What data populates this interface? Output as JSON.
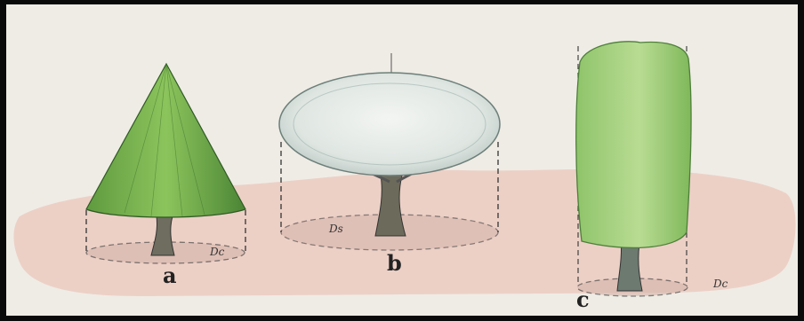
{
  "figure": {
    "trees": [
      {
        "id": "a",
        "label": "a",
        "shape": "cone",
        "dim_label": "Dc"
      },
      {
        "id": "b",
        "label": "b",
        "shape": "spreading-disc",
        "dim_label": "Ds"
      },
      {
        "id": "c",
        "label": "c",
        "shape": "columnar",
        "dim_label": "Dc"
      }
    ],
    "colors": {
      "ground": "#e9c7bd",
      "foliage_light": "#9dcf6e",
      "foliage_mid": "#6ea84a",
      "foliage_dark": "#3c6e2f",
      "canopy_disc": "#cfd9d5",
      "trunk": "#6c6a5a",
      "dash": "#333333"
    },
    "icons": [
      "cone-tree-icon",
      "disc-tree-icon",
      "column-tree-icon"
    ]
  }
}
